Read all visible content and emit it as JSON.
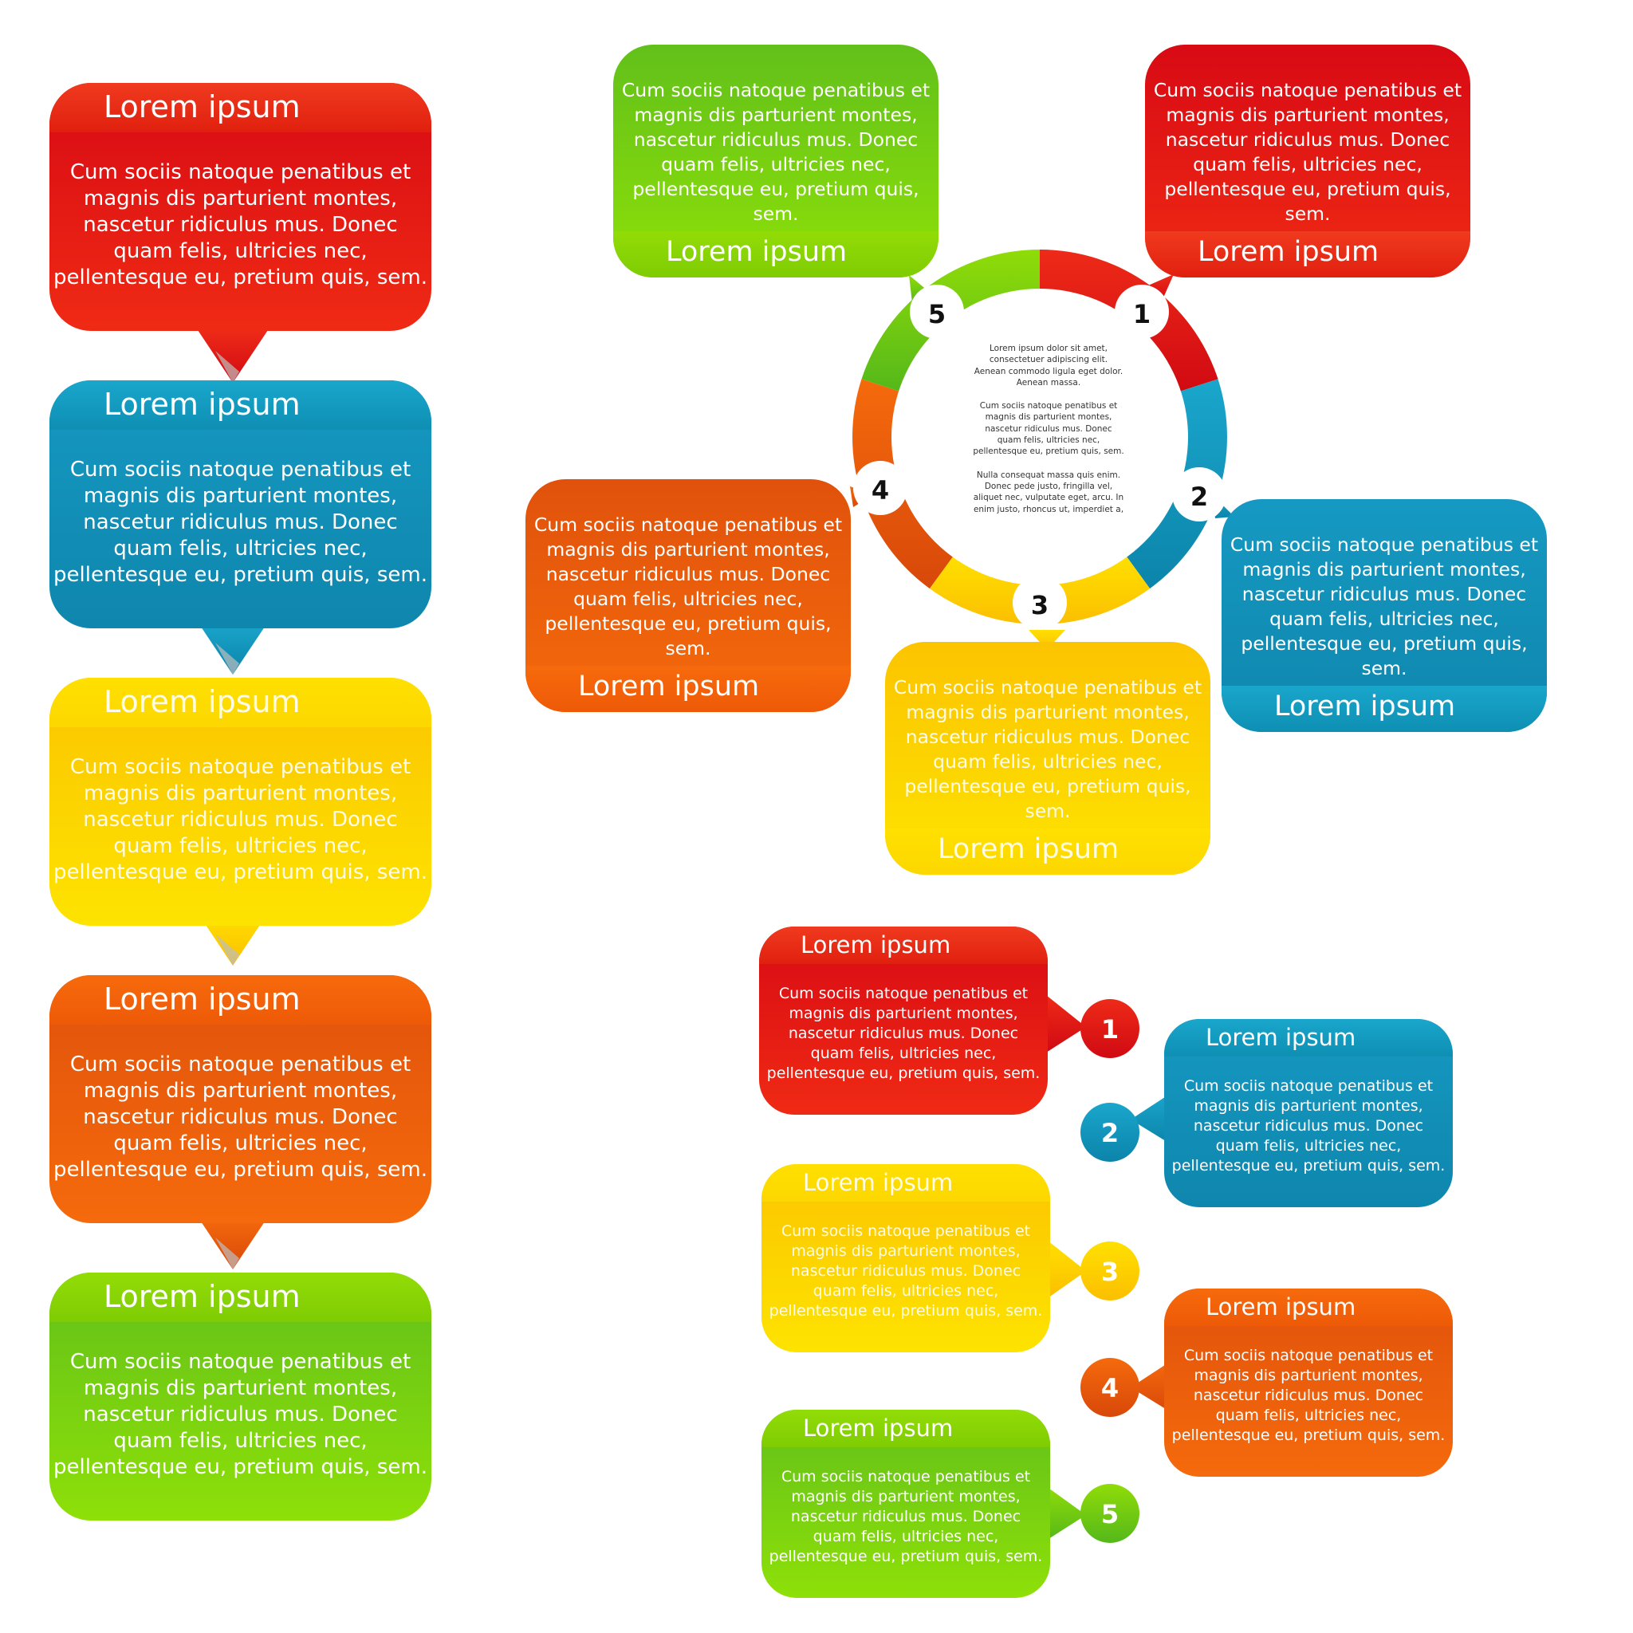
{
  "title": "Lorem ipsum",
  "body": "Cum sociis natoque penatibus et magnis dis parturient montes, nascetur ridiculus mus. Donec quam felis, ultricies nec, pellentesque eu, pretium quis, sem.",
  "body_lines": [
    "Cum sociis natoque penatibus et",
    "magnis dis parturient montes,",
    "nascetur ridiculus mus. Donec",
    "quam felis, ultricies nec,",
    "pellentesque eu, pretium quis, sem."
  ],
  "colors": {
    "red": "#e51512",
    "blue": "#1196bf",
    "yellow": "#fdd500",
    "orange": "#f05e0a",
    "green": "#7acc0a"
  },
  "steps": [
    {
      "number": "1",
      "color": "red"
    },
    {
      "number": "2",
      "color": "blue"
    },
    {
      "number": "3",
      "color": "yellow"
    },
    {
      "number": "4",
      "color": "orange"
    },
    {
      "number": "5",
      "color": "green"
    }
  ],
  "center": {
    "p1": [
      "Lorem ipsum dolor sit amet,",
      "consectetuer adipiscing elit.",
      "Aenean commodo ligula eget dolor.",
      "Aenean massa."
    ],
    "p2": [
      "Cum sociis natoque penatibus et",
      "magnis dis parturient montes,",
      "nascetur ridiculus mus. Donec",
      "quam felis, ultricies nec,",
      "pellentesque eu, pretium quis, sem."
    ],
    "p3": [
      "Nulla consequat massa quis enim.",
      "Donec pede justo, fringilla vel,",
      "aliquet nec, vulputate eget, arcu. In",
      "enim justo, rhoncus ut, imperdiet a,"
    ]
  }
}
